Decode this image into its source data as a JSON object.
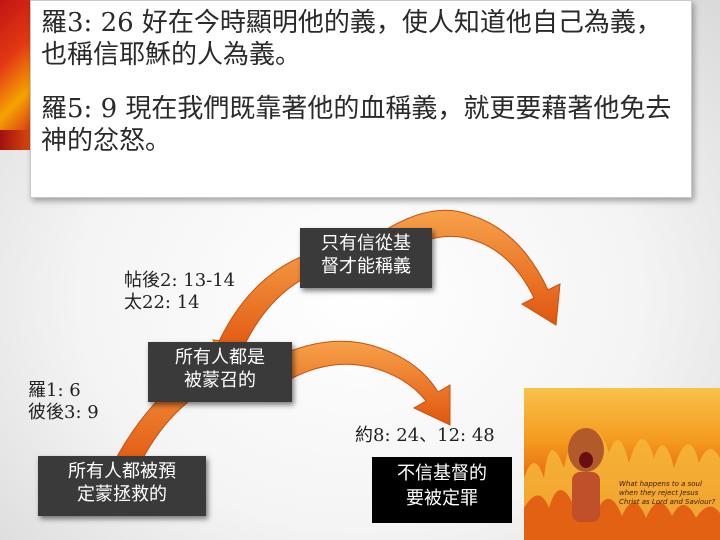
{
  "verses": {
    "romans_3_26": "羅3: 26 好在今時顯明他的義，使人知道他自己為義，也稱信耶穌的人為義。",
    "romans_5_9": "羅5: 9 現在我們既靠著他的血稱義，就更要藉著他免去神的忿怒。"
  },
  "diagram": {
    "ref_2thess": "帖後2: 13-14\n太22: 14",
    "ref_romans_peter": "羅1: 6\n彼後3: 9",
    "ref_john": "約8: 24、12: 48",
    "box_predestined": "所有人都被預\n定蒙拯救的",
    "box_called": "所有人都是\n被蒙召的",
    "box_justified": "只有信從基\n督才能稱義",
    "box_condemned": "不信基督的\n要被定罪"
  },
  "image": {
    "fire_caption": "What happens to a soul when they reject Jesus Christ as Lord and Saviour?"
  },
  "colors": {
    "arrow": "#e8661a",
    "arrow_highlight": "#f7a24a",
    "dark_box": "#3a3a3a",
    "black_box": "#000000"
  }
}
